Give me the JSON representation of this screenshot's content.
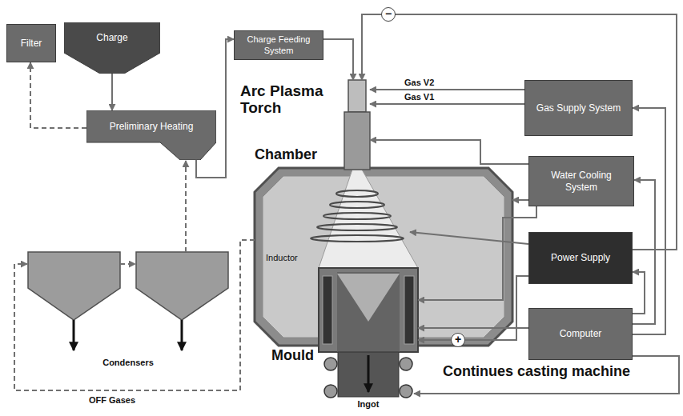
{
  "diagram": {
    "nodes": [
      {
        "text": [
          "Filter"
        ]
      },
      {
        "text": [
          "Charge"
        ]
      },
      {
        "text": [
          "Preliminary Heating"
        ]
      },
      {
        "text": [
          "Charge Feeding System"
        ]
      },
      {
        "text": [
          "Arc Plasma Torch"
        ]
      },
      {
        "text": [
          "Chamber"
        ]
      },
      {
        "text": [
          "Mould"
        ]
      },
      {
        "text": [
          "Gas Supply System"
        ]
      },
      {
        "text": [
          "Water Cooling System"
        ]
      },
      {
        "text": [
          "Power Supply"
        ]
      },
      {
        "text": [
          "Computer"
        ]
      }
    ],
    "edges": [
      {
        "from": 1,
        "to": 2,
        "arrow": "to"
      },
      {
        "from": 2,
        "to": 0,
        "arrow": "to"
      },
      {
        "from": 2,
        "to": 3,
        "arrow": "to"
      },
      {
        "from": 3,
        "to": 4,
        "arrow": "to"
      },
      {
        "from": 9,
        "to": 4,
        "arrow": "to"
      },
      {
        "from": 7,
        "to": 4,
        "label": "Gas V2",
        "arrow": "to"
      },
      {
        "from": 7,
        "to": 4,
        "label": "Gas V1",
        "arrow": "to"
      },
      {
        "from": 8,
        "to": 4,
        "arrow": "to"
      },
      {
        "from": 8,
        "to": 5,
        "arrow": "to"
      },
      {
        "from": 8,
        "to": 6,
        "arrow": "to"
      },
      {
        "from": 9,
        "to": 6,
        "arrow": "to"
      },
      {
        "from": 10,
        "to": 7,
        "arrow": "to"
      },
      {
        "from": 10,
        "to": 8,
        "arrow": "to"
      },
      {
        "from": 10,
        "to": 9,
        "arrow": "to"
      },
      {
        "from": 10,
        "to": 6,
        "arrow": "to"
      }
    ],
    "labels": [
      "Inductor",
      "Condensers",
      "OFF Gases",
      "Ingot",
      "Continues casting machine",
      "−",
      "+"
    ]
  }
}
